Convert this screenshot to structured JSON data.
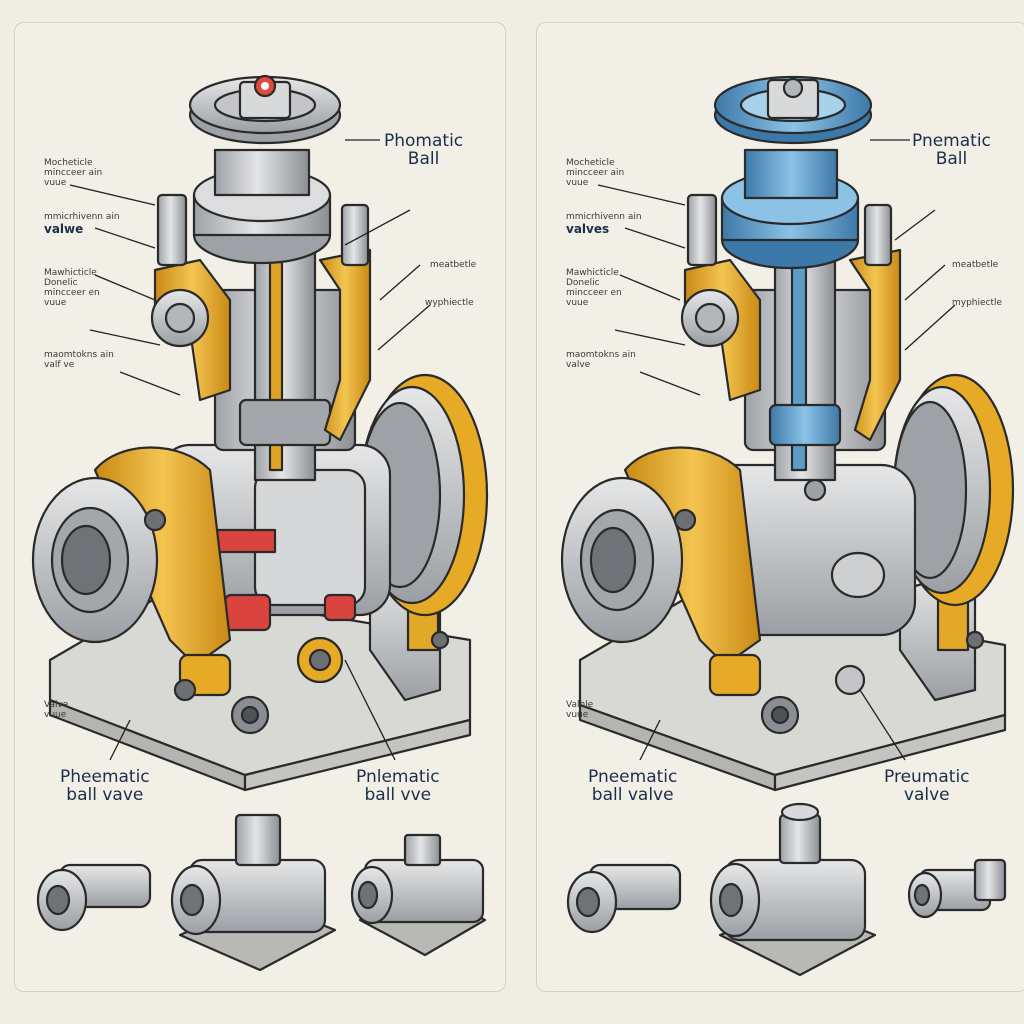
{
  "colors": {
    "paper": "#efede4",
    "steel": "#c9cbcd",
    "steel_dark": "#8e9296",
    "accent_yellow": "#e7a924",
    "accent_red": "#d9443f",
    "accent_blue": "#5c9cc9",
    "ink": "#2a2a2a"
  },
  "left_panel": {
    "title_a": "Phomatic",
    "title_b": "Ball",
    "side_labels": [
      {
        "line1": "Mocheticle",
        "line2": "mincceer ain",
        "line3": "vuue"
      },
      {
        "line1": "mmicrhivenn ain",
        "line2": "valwe"
      },
      {
        "line1": "Mawhicticle",
        "line2": "Donelic",
        "line3": "mincceer en",
        "line4": "vuue"
      },
      {
        "line1": "maomtokns ain",
        "line2": "valf ve"
      }
    ],
    "right_labels": [
      "meatbetle",
      "wyphiectle"
    ],
    "bottom_small": {
      "line1": "Valve",
      "line2": "vuue"
    },
    "caption_left": {
      "line1": "Pheematic",
      "line2": "ball vave"
    },
    "caption_right": {
      "line1": "Pnlematic",
      "line2": "ball vve"
    }
  },
  "right_panel": {
    "title_a": "Pnematic",
    "title_b": "Ball",
    "side_labels": [
      {
        "line1": "Mocheticle",
        "line2": "mincceer ain",
        "line3": "vuue"
      },
      {
        "line1": "mmicrhivenn ain",
        "line2": "valves"
      },
      {
        "line1": "Mawhicticle",
        "line2": "Donelic",
        "line3": "mincceer en",
        "line4": "vuue"
      },
      {
        "line1": "maomtokns ain",
        "line2": "valve"
      }
    ],
    "right_labels": [
      "meatbetle",
      "myphiectle"
    ],
    "bottom_small": {
      "line1": "Valhle",
      "line2": "vuue"
    },
    "caption_left": {
      "line1": "Pneematic",
      "line2": "ball valve"
    },
    "caption_right": {
      "line1": "Preumatic",
      "line2": "valve"
    }
  }
}
